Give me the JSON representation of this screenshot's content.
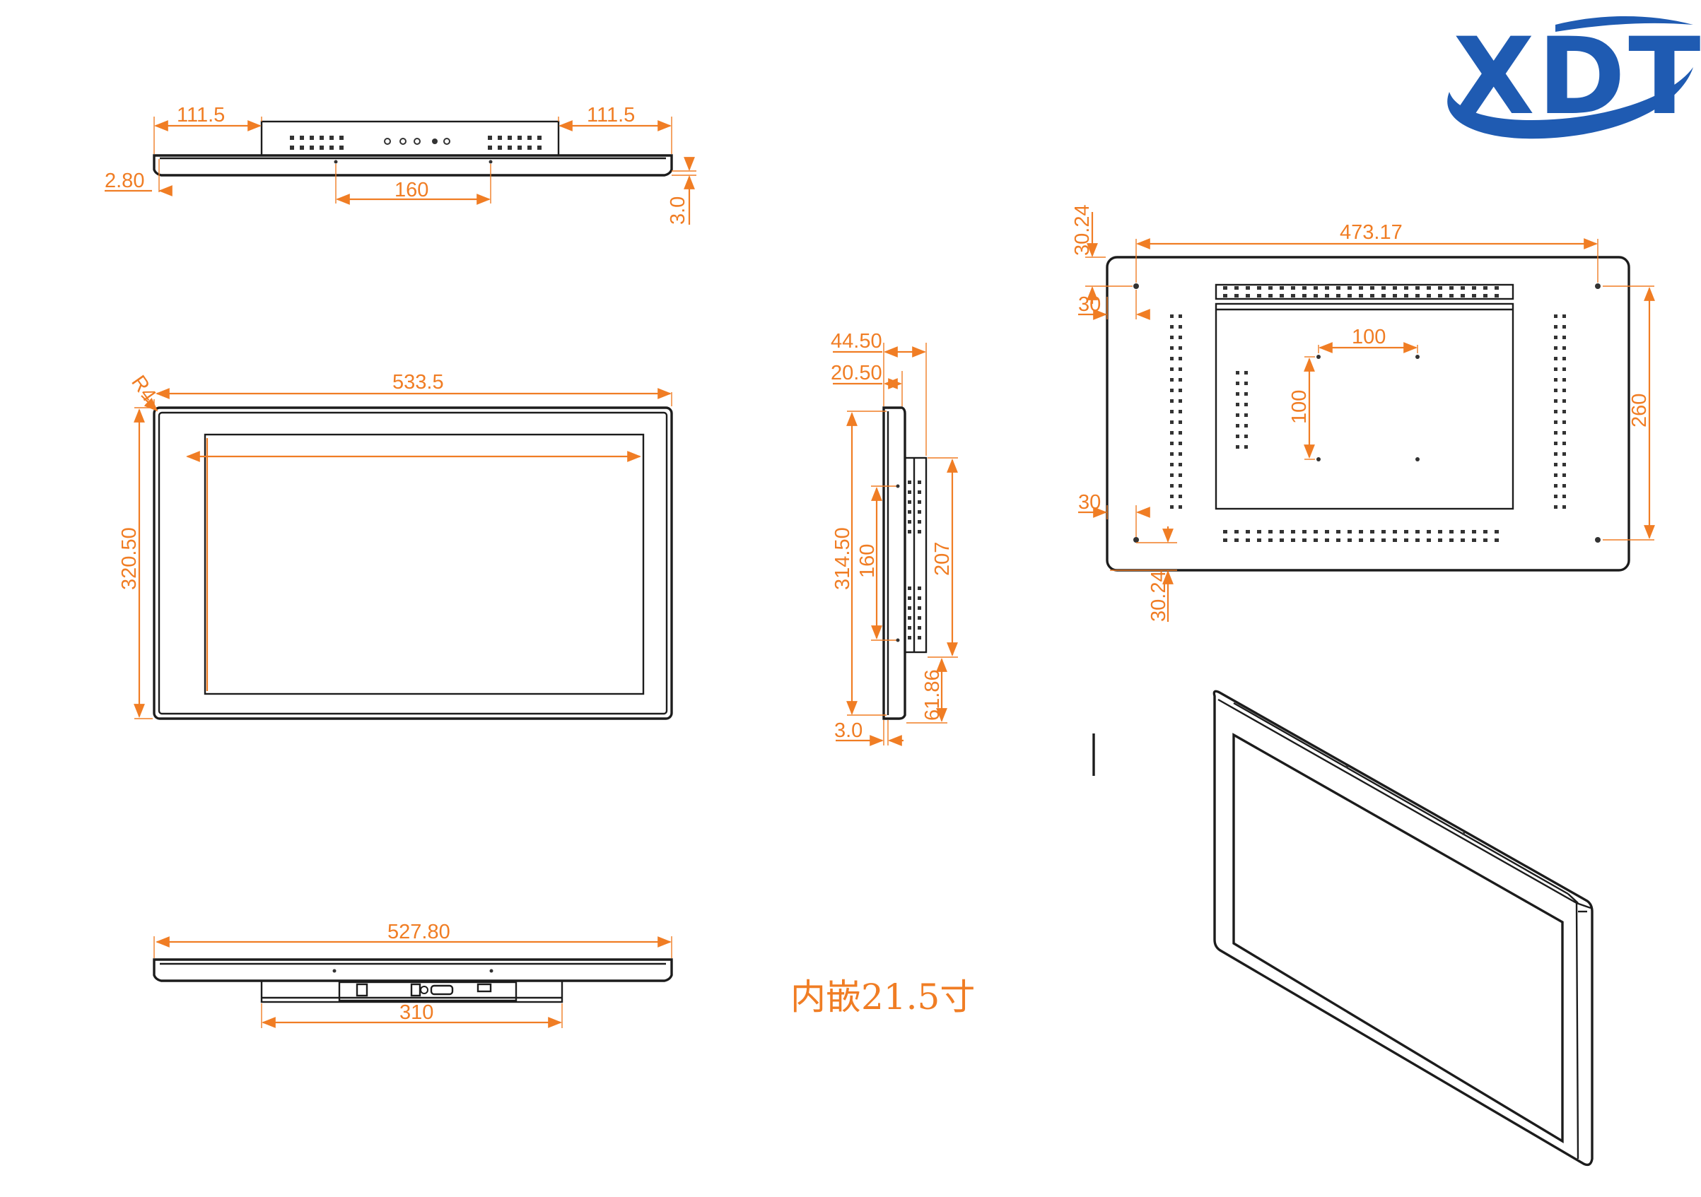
{
  "logo": {
    "text": "XDT",
    "color": "#1f5bb2"
  },
  "caption": "内嵌21.5寸",
  "top_view": {
    "left_offset": "111.5",
    "right_offset": "111.5",
    "bezel": "2.80",
    "mount_spacing": "160",
    "glass": "3.0"
  },
  "front_view": {
    "corner_radius": "R4",
    "width": "533.5",
    "height": "320.50"
  },
  "side_view": {
    "total_depth": "44.50",
    "bracket_depth": "20.50",
    "panel_height": "314.50",
    "mount_spacing": "160",
    "bracket_height": "207",
    "bottom_offset": "61.86",
    "glass": "3.0"
  },
  "bottom_view": {
    "width": "527.80",
    "bracket_width": "310"
  },
  "back_view": {
    "hole_span_x": "473.17",
    "top_margin": "30.24",
    "left_top": "30",
    "vesa_x": "100",
    "vesa_y": "100",
    "hole_span_y": "260",
    "left_bottom": "30",
    "bottom_margin": "30.24"
  },
  "colors": {
    "dimension": "#f07d24",
    "outline": "#1c1c1c",
    "logo": "#1f5bb2"
  }
}
